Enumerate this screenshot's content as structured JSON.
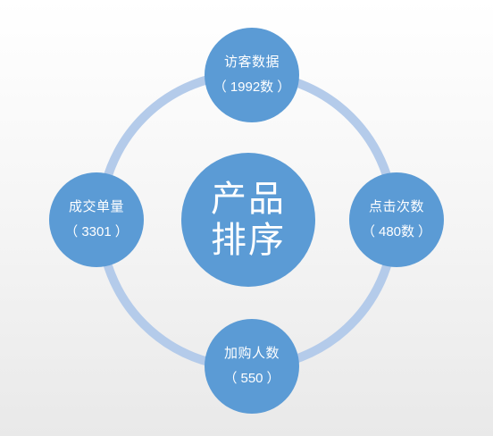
{
  "colors": {
    "node": "#5b9bd5",
    "ring": "#b4cbea",
    "text": "#ffffff"
  },
  "center": {
    "line1": "产品",
    "line2": "排序"
  },
  "nodes": {
    "top": {
      "label": "访客数据",
      "value": "1992数"
    },
    "right": {
      "label": "点击次数",
      "value": "480数"
    },
    "bottom": {
      "label": "加购人数",
      "value": "550"
    },
    "left": {
      "label": "成交单量",
      "value": "3301"
    }
  },
  "paren_open": "（",
  "paren_close": "）"
}
